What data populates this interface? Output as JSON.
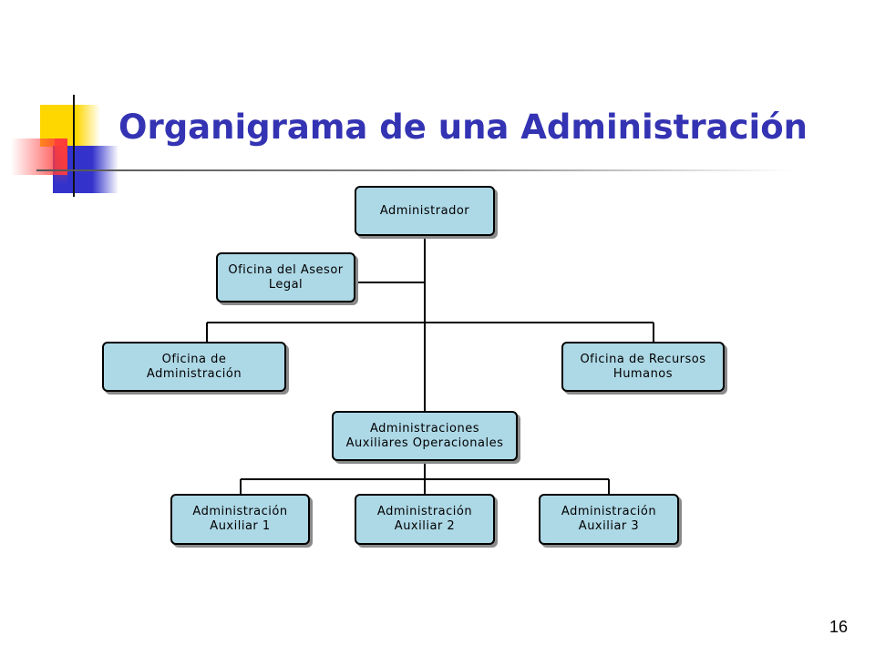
{
  "slide": {
    "title": "Organigrama de una Administración",
    "page_number": "16"
  },
  "org_chart": {
    "nodes": {
      "root": "Administrador",
      "legal": "Oficina del Asesor\nLegal",
      "admin_office": "Oficina de\nAdministración",
      "hr": "Oficina de Recursos\nHumanos",
      "operational": "Administraciones\nAuxiliares Operacionales",
      "aux1": "Administración\nAuxiliar 1",
      "aux2": "Administración\nAuxiliar 2",
      "aux3": "Administración\nAuxiliar 3"
    }
  },
  "colors": {
    "title": "#3333b3",
    "node_fill": "#add8e6",
    "node_border": "#000000",
    "node_shadow": "#8a8a8a",
    "logo_yellow": "#ffd700",
    "logo_blue": "#3333cc",
    "logo_red": "#ff4a4a"
  }
}
